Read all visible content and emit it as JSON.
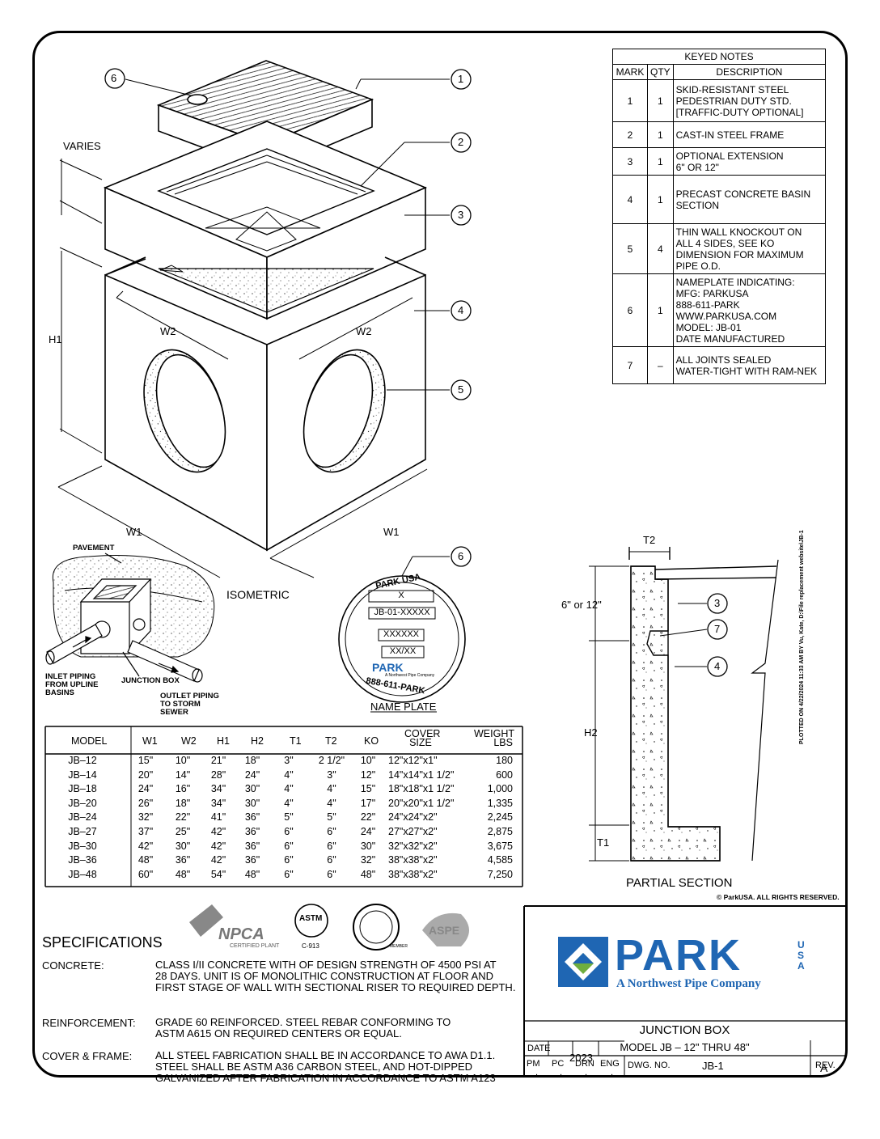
{
  "keyed_notes": {
    "title": "KEYED NOTES",
    "headers": [
      "MARK",
      "QTY",
      "DESCRIPTION"
    ],
    "rows": [
      {
        "mark": "1",
        "qty": "1",
        "lines": [
          "SKID-RESISTANT STEEL",
          "PEDESTRIAN DUTY STD.",
          "[TRAFFIC-DUTY OPTIONAL]"
        ]
      },
      {
        "mark": "2",
        "qty": "1",
        "lines": [
          "CAST-IN STEEL FRAME"
        ]
      },
      {
        "mark": "3",
        "qty": "1",
        "lines": [
          "OPTIONAL EXTENSION",
          "6\" OR 12\""
        ]
      },
      {
        "mark": "4",
        "qty": "1",
        "lines": [
          "PRECAST CONCRETE BASIN",
          "SECTION"
        ]
      },
      {
        "mark": "5",
        "qty": "4",
        "lines": [
          "THIN WALL KNOCKOUT ON",
          "ALL 4 SIDES, SEE KO",
          "DIMENSION FOR MAXIMUM",
          "PIPE O.D."
        ]
      },
      {
        "mark": "6",
        "qty": "1",
        "lines": [
          "NAMEPLATE INDICATING:",
          "MFG: PARKUSA",
          "888-611-PARK",
          "WWW.PARKUSA.COM",
          "MODEL: JB-01",
          "DATE MANUFACTURED"
        ]
      },
      {
        "mark": "7",
        "qty": "–",
        "lines": [
          "ALL JOINTS SEALED",
          "WATER-TIGHT WITH RAM-NEK"
        ]
      }
    ]
  },
  "isometric": {
    "varies": "VARIES",
    "h1": "H1",
    "w2": "W2",
    "w1": "W1",
    "label": "ISOMETRIC",
    "callouts": [
      "1",
      "2",
      "3",
      "4",
      "5",
      "6"
    ]
  },
  "context": {
    "pavement": "PAVEMENT",
    "inlet": [
      "INLET PIPING",
      "FROM UPLINE",
      "BASINS"
    ],
    "junction": "JUNCTION BOX",
    "outlet": [
      "OUTLET PIPING",
      "TO STORM",
      "SEWER"
    ]
  },
  "nameplate": {
    "brand": "PARK USA",
    "fields": [
      "X",
      "JB-01-XXXXX",
      "XXXXXX",
      "XX/XX"
    ],
    "logo": "PARK",
    "tagline": "A Northwest Pipe Company",
    "phone": "888-611-PARK",
    "caption": "NAME PLATE",
    "callout": "6"
  },
  "section": {
    "t2": "T2",
    "ext": "6\" or 12\"",
    "h2": "H2",
    "t1": "T1",
    "label": "PARTIAL SECTION",
    "callouts": [
      "3",
      "7",
      "4"
    ]
  },
  "model_table": {
    "headers": [
      "MODEL",
      "W1",
      "W2",
      "H1",
      "H2",
      "T1",
      "T2",
      "KO",
      "COVER",
      "SIZE",
      "WEIGHT",
      "LBS"
    ],
    "rows": [
      [
        "JB–12",
        "15\"",
        "10\"",
        "21\"",
        "18\"",
        "3\"",
        "2 1/2\"",
        "10\"",
        "12\"x12\"x1\"",
        "180"
      ],
      [
        "JB–14",
        "20\"",
        "14\"",
        "28\"",
        "24\"",
        "4\"",
        "3\"",
        "12\"",
        "14\"x14\"x1 1/2\"",
        "600"
      ],
      [
        "JB–18",
        "24\"",
        "16\"",
        "34\"",
        "30\"",
        "4\"",
        "4\"",
        "15\"",
        "18\"x18\"x1 1/2\"",
        "1,000"
      ],
      [
        "JB–20",
        "26\"",
        "18\"",
        "34\"",
        "30\"",
        "4\"",
        "4\"",
        "17\"",
        "20\"x20\"x1 1/2\"",
        "1,335"
      ],
      [
        "JB–24",
        "32\"",
        "22\"",
        "41\"",
        "36\"",
        "5\"",
        "5\"",
        "22\"",
        "24\"x24\"x2\"",
        "2,245"
      ],
      [
        "JB–27",
        "37\"",
        "25\"",
        "42\"",
        "36\"",
        "6\"",
        "6\"",
        "24\"",
        "27\"x27\"x2\"",
        "2,875"
      ],
      [
        "JB–30",
        "42\"",
        "30\"",
        "42\"",
        "36\"",
        "6\"",
        "6\"",
        "30\"",
        "32\"x32\"x2\"",
        "3,675"
      ],
      [
        "JB–36",
        "48\"",
        "36\"",
        "42\"",
        "36\"",
        "6\"",
        "6\"",
        "32\"",
        "38\"x38\"x2\"",
        "4,585"
      ],
      [
        "JB–48",
        "60\"",
        "48\"",
        "54\"",
        "48\"",
        "6\"",
        "6\"",
        "48\"",
        "38\"x38\"x2\"",
        "7,250"
      ]
    ]
  },
  "logos": {
    "npca": "NPCA",
    "npca_sub": "CERTIFIED PLANT",
    "astm": "ASTM",
    "astm_sub": "C-913",
    "ase": "MEMBER",
    "aspe": "ASPE"
  },
  "specifications": {
    "title": "SPECIFICATIONS",
    "items": [
      {
        "label": "CONCRETE:",
        "lines": [
          "CLASS I/II CONCRETE WITH OF DESIGN STRENGTH OF 4500 PSI AT",
          "28 DAYS.  UNIT IS OF MONOLITHIC CONSTRUCTION AT FLOOR AND",
          "FIRST STAGE OF WALL WITH SECTIONAL RISER TO REQUIRED DEPTH."
        ]
      },
      {
        "label": "REINFORCEMENT:",
        "lines": [
          "GRADE 60 REINFORCED. STEEL REBAR CONFORMING TO",
          "ASTM A615 ON REQUIRED CENTERS OR EQUAL."
        ]
      },
      {
        "label": "COVER & FRAME:",
        "lines": [
          "ALL STEEL FABRICATION SHALL BE IN ACCORDANCE TO AWA D1.1.",
          "STEEL SHALL BE ASTM A36 CARBON STEEL, AND HOT-DIPPED",
          "GALVANIZED AFTER FABRICATION IN ACCORDANCE TO ASTM A123"
        ]
      }
    ]
  },
  "title_block": {
    "copyright": "© ParkUSA.  ALL RIGHTS RESERVED.",
    "plotted": "PLOTTED ON 4/22/2024 11:33 AM BY Vu, Kate, D:\\File replacement website\\JB-1",
    "company": "PARK",
    "usa": [
      "U",
      "S",
      "A"
    ],
    "subtitle": "A Northwest Pipe Company",
    "drawing_title": "JUNCTION BOX",
    "drawing_subtitle": "MODEL JB – 12\" THRU 48\"",
    "pm": "PM",
    "pc": "PC",
    "drn": "DRN",
    "eng": "ENG",
    "dwg_no_label": "DWG. NO.",
    "dwg_no": "JB-1",
    "rev_label": "REV.",
    "rev": "A",
    "date_label": "DATE",
    "date": "2023",
    "dot": "."
  },
  "colors": {
    "brand_blue": "#1f66b3",
    "brand_green": "#6fae3f",
    "ink": "#000000"
  }
}
